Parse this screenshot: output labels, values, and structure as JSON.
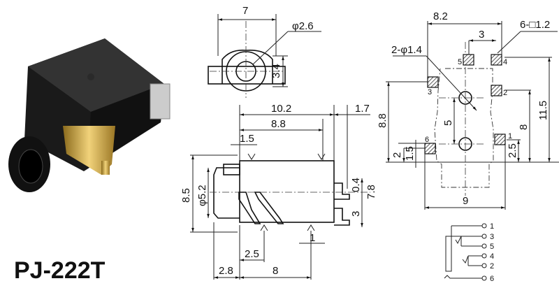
{
  "title": "PJ-222T",
  "front_view": {
    "width": "7",
    "hole_dia": "φ2.6",
    "height": "3.4"
  },
  "side_view": {
    "length_total": "10.2",
    "offset_right": "1.7",
    "length_pins": "8.8",
    "pin_offset": "1.5",
    "height": "8.5",
    "barrel_dia": "φ5.2",
    "pin_gap": "0.4",
    "pin_span": "7.8",
    "pin_pitch": "3",
    "pin_width": "1",
    "bottom_offset": "2.5",
    "nose": "2.8",
    "bottom_span": "8"
  },
  "footprint": {
    "width_top": "8.2",
    "pitch_top": "3",
    "pad_note": "6-□1.2",
    "hole_note": "2-φ1.4",
    "height_left": "8.8",
    "hole_spacing": "5",
    "height_right": "11.5",
    "height_pin2": "8",
    "pin6_y": "2",
    "pin6_size": "1.5",
    "pin1_y": "2.5",
    "width_bottom": "9",
    "pins": {
      "p1": "1",
      "p2": "2",
      "p3": "3",
      "p4": "4",
      "p5": "5",
      "p6": "6"
    }
  },
  "schematic": {
    "pins": [
      "1",
      "3",
      "5",
      "4",
      "2",
      "6"
    ]
  }
}
